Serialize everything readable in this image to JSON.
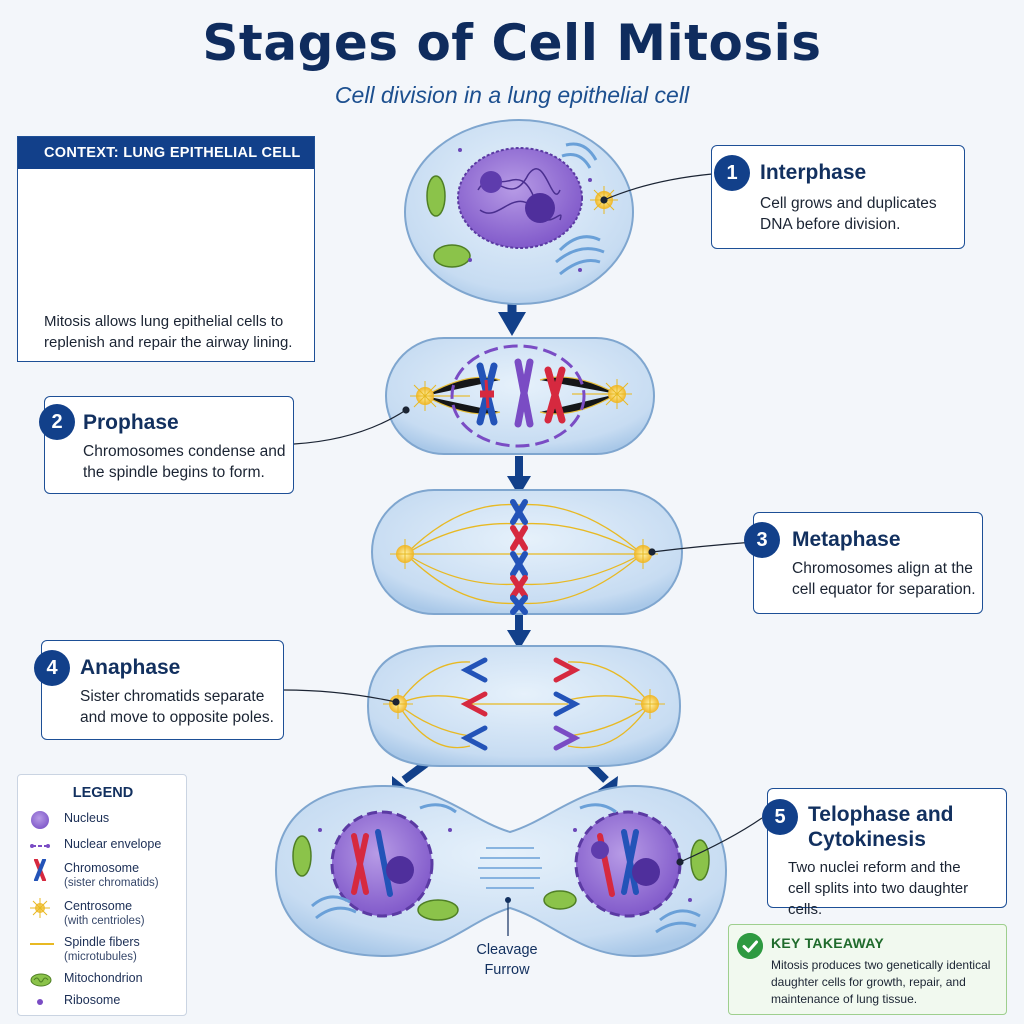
{
  "title": "Stages of Cell Mitosis",
  "subtitle": "Cell division in a lung epithelial cell",
  "context": {
    "heading": "CONTEXT: LUNG EPITHELIAL CELL",
    "text_line1": "Mitosis allows lung epithelial cells to",
    "text_line2": "replenish and repair the airway lining."
  },
  "stages": [
    {
      "number": "1",
      "name_line1": "Interphase",
      "name_line2": "",
      "desc_line1": "Cell grows and duplicates",
      "desc_line2": "DNA before division."
    },
    {
      "number": "2",
      "name_line1": "Prophase",
      "name_line2": "",
      "desc_line1": "Chromosomes condense and",
      "desc_line2": "the spindle begins to form."
    },
    {
      "number": "3",
      "name_line1": "Metaphase",
      "name_line2": "",
      "desc_line1": "Chromosomes align at the",
      "desc_line2": "cell equator for separation."
    },
    {
      "number": "4",
      "name_line1": "Anaphase",
      "name_line2": "",
      "desc_line1": "Sister chromatids separate",
      "desc_line2": "and move to opposite poles."
    },
    {
      "number": "5",
      "name_line1": "Telophase and",
      "name_line2": "Cytokinesis",
      "desc_line1": "Two nuclei reform and the",
      "desc_line2": "cell splits into two daughter cells."
    }
  ],
  "cleavage_label_line1": "Cleavage",
  "cleavage_label_line2": "Furrow",
  "legend": {
    "heading": "LEGEND",
    "items": [
      {
        "label": "Nucleus",
        "sub": ""
      },
      {
        "label": "Nuclear envelope",
        "sub": ""
      },
      {
        "label": "Chromosome",
        "sub": "(sister chromatids)"
      },
      {
        "label": "Centrosome",
        "sub": "(with centrioles)"
      },
      {
        "label": "Spindle fibers",
        "sub": "(microtubules)"
      },
      {
        "label": "Mitochondrion",
        "sub": ""
      },
      {
        "label": "Ribosome",
        "sub": ""
      }
    ]
  },
  "takeaway": {
    "heading": "KEY TAKEAWAY",
    "line1": "Mitosis produces two genetically identical",
    "line2": "daughter cells for growth, repair, and",
    "line3": "maintenance of lung tissue."
  },
  "colors": {
    "primary": "#12408a",
    "cell_fill": "#cfe3f5",
    "cell_edge": "#7fa6cf",
    "chromosome_red": "#d6293f",
    "chromosome_blue": "#2353b8",
    "nucleus": "#7a4cc4",
    "spindle": "#e8b923",
    "mitochondrion": "#8bc34a",
    "takeaway_green": "#2e9a41"
  }
}
